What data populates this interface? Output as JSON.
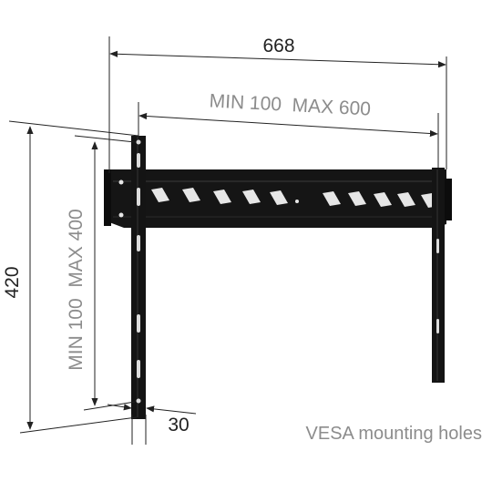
{
  "dimensions": {
    "width_total": "668",
    "height_total": "420",
    "depth": "30",
    "horizontal_vesa": "MIN 100  MAX 600",
    "vertical_vesa": "MIN 100  MAX 400"
  },
  "caption": "VESA mounting holes",
  "colors": {
    "background": "#ffffff",
    "bracket": "#111111",
    "dimension_line": "#222222",
    "dimension_text_dark": "#222222",
    "dimension_text_gray": "#8c8c8c"
  }
}
